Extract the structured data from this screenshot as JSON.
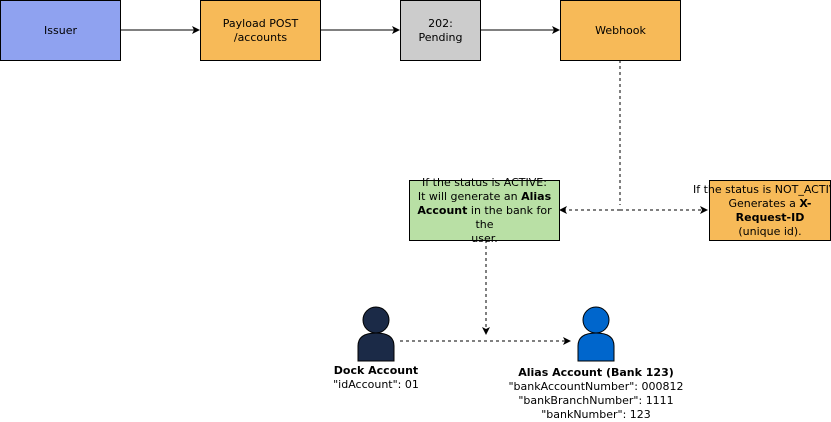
{
  "nodes": {
    "issuer": {
      "label": "Issuer"
    },
    "payload": {
      "line1": "Payload POST",
      "line2": "/accounts"
    },
    "pending": {
      "line1": "202:",
      "line2": "Pending"
    },
    "webhook": {
      "label": "Webhook"
    },
    "active": {
      "line1": "If the status is ACTIVE:",
      "line2a": "It will generate an ",
      "line2b": "Alias",
      "line3a": "Account",
      "line3b": " in the bank for the",
      "line4": "user."
    },
    "not_active": {
      "line1": "If the status is NOT_ACTIVE:",
      "line2a": "Generates a ",
      "line2b": "X-Request-ID",
      "line3": "(unique id)."
    }
  },
  "actors": {
    "dock": {
      "title": "Dock Account",
      "lines": [
        "\"idAccount\": 01"
      ],
      "color": "#1b2a47"
    },
    "alias": {
      "title": "Alias Account (Bank 123)",
      "lines": [
        "\"bankAccountNumber\": 000812",
        "\"bankBranchNumber\": 1111",
        "\"bankNumber\": 123"
      ],
      "color": "#0066cc"
    }
  }
}
